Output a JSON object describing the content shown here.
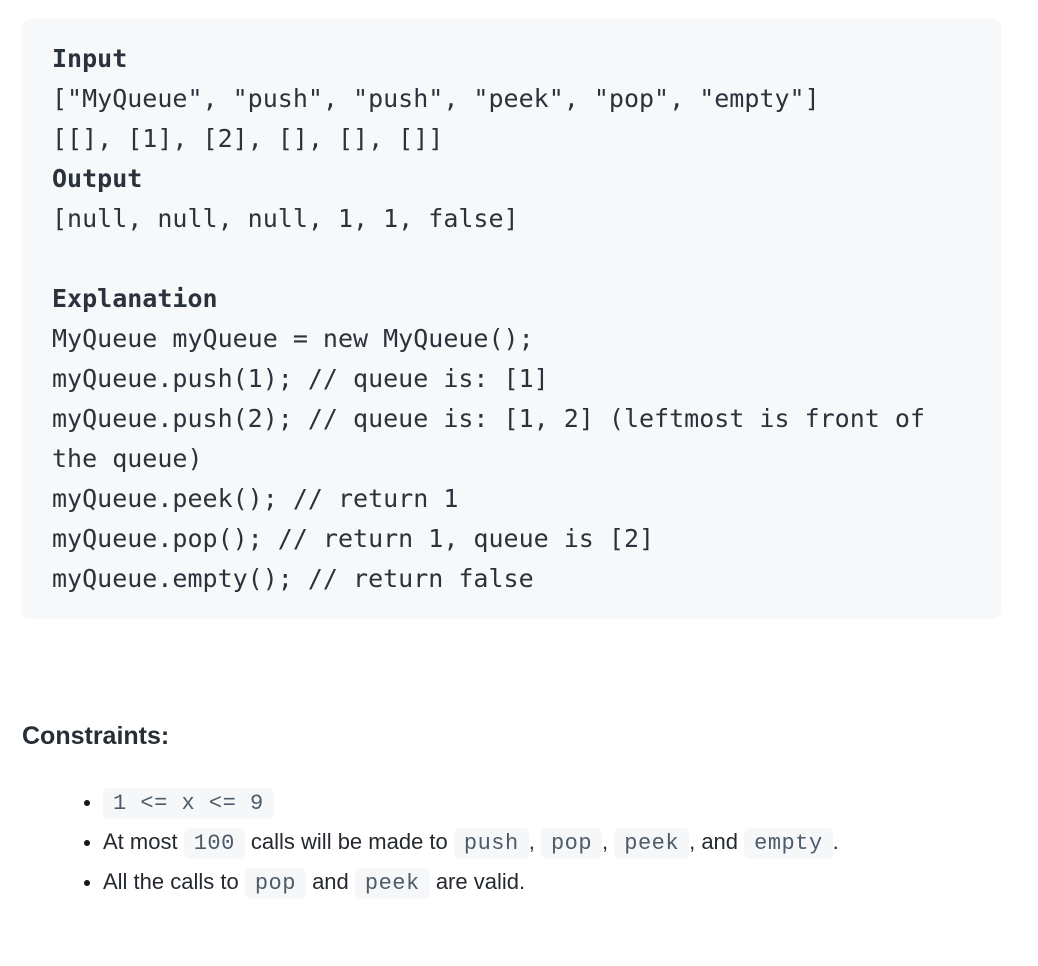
{
  "example": {
    "lines": [
      {
        "text": "Input"
      },
      {
        "text": "[\"MyQueue\", \"push\", \"push\", \"peek\", \"pop\", \"empty\"]"
      },
      {
        "text": "[[], [1], [2], [], [], []]"
      },
      {
        "text": "Output"
      },
      {
        "text": "[null, null, null, 1, 1, false]"
      },
      {
        "text": ""
      },
      {
        "text": "Explanation"
      },
      {
        "text": "MyQueue myQueue = new MyQueue();"
      },
      {
        "text": "myQueue.push(1); // queue is: [1]"
      },
      {
        "text": "myQueue.push(2); // queue is: [1, 2] (leftmost is front of the queue)"
      },
      {
        "text": "myQueue.peek(); // return 1"
      },
      {
        "text": "myQueue.pop(); // return 1, queue is [2]"
      },
      {
        "text": "myQueue.empty(); // return false"
      }
    ]
  },
  "constraints": {
    "heading": "Constraints:",
    "items": [
      {
        "segments": [
          {
            "code": "1 <= x <= 9"
          }
        ]
      },
      {
        "segments": [
          {
            "text": "At most "
          },
          {
            "code": "100"
          },
          {
            "text": " calls will be made to "
          },
          {
            "code": "push"
          },
          {
            "text": ", "
          },
          {
            "code": "pop"
          },
          {
            "text": ", "
          },
          {
            "code": "peek"
          },
          {
            "text": ", and "
          },
          {
            "code": "empty"
          },
          {
            "text": "."
          }
        ]
      },
      {
        "segments": [
          {
            "text": "All the calls to "
          },
          {
            "code": "pop"
          },
          {
            "text": " and "
          },
          {
            "code": "peek"
          },
          {
            "text": " are valid."
          }
        ]
      }
    ]
  },
  "colors": {
    "page_background": "#ffffff",
    "example_background": "#f7f8fa",
    "example_text": "#2a323b",
    "body_text": "#24292f",
    "inline_code_text": "#4e5b68",
    "inline_code_background": "#f6f7f9",
    "heading_text": "#262e36"
  }
}
